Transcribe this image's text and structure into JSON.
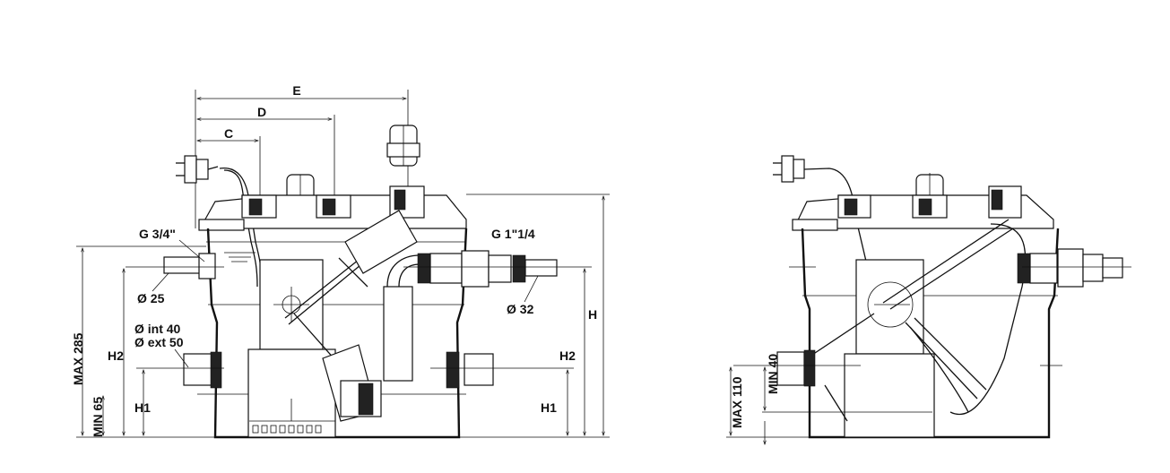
{
  "left_drawing": {
    "dimensions": {
      "E": "E",
      "D": "D",
      "C": "C",
      "H": "H",
      "H2_left": "H2",
      "H1_left": "H1",
      "H2_right": "H2",
      "H1_right": "H1",
      "max": "MAX 285",
      "min": "MIN 65"
    },
    "labels": {
      "inlet_thread": "G 3/4\"",
      "inlet_diameter": "Ø 25",
      "side_int": "Ø int 40",
      "side_ext": "Ø ext 50",
      "outlet_thread": "G 1\"1/4",
      "outlet_diameter": "Ø 32"
    }
  },
  "right_drawing": {
    "dimensions": {
      "max": "MAX 110",
      "min": "MIN 40"
    }
  }
}
